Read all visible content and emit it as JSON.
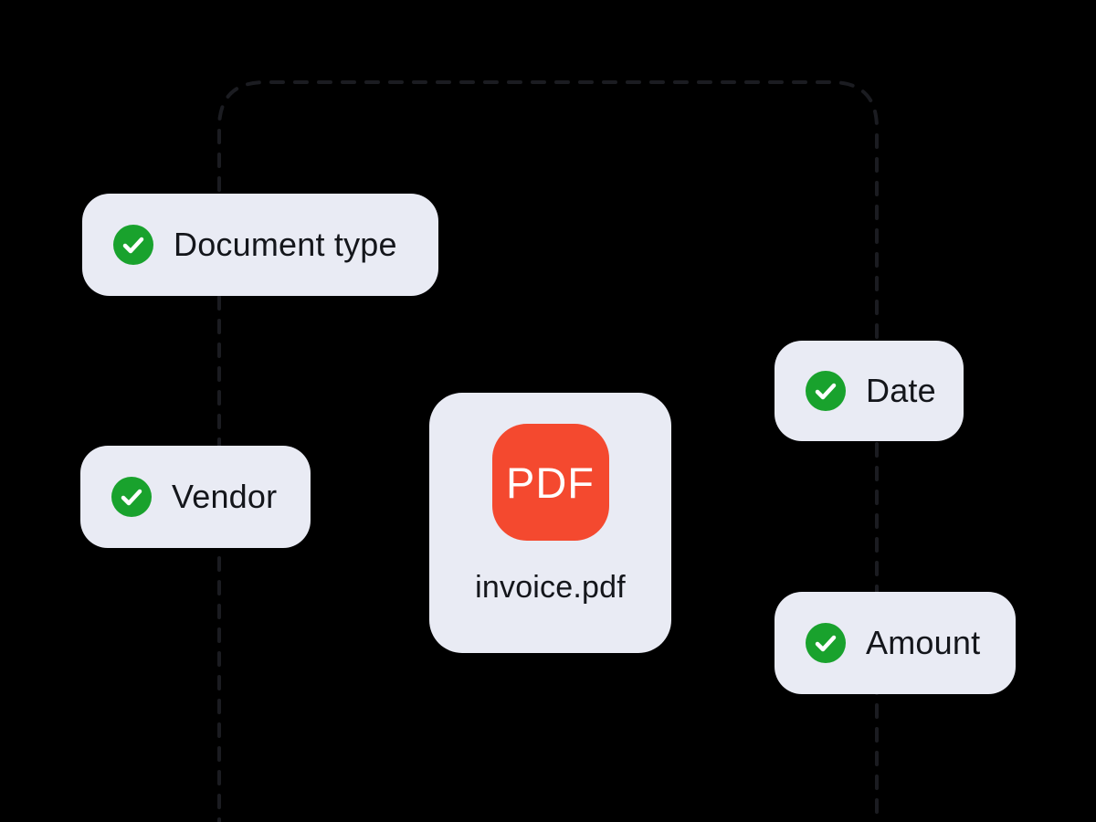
{
  "illustration": {
    "background_color": "#000000",
    "boundary": {
      "description": "dashed rounded processing region",
      "stroke_color": "#1b1c21"
    },
    "file_card": {
      "icon_label": "PDF",
      "file_name": "invoice.pdf",
      "icon_bg_color": "#f4492f",
      "icon_text_color": "#ffffff",
      "card_bg_color": "#e9ebf4"
    },
    "fields": [
      {
        "label": "Document type",
        "status": "checked"
      },
      {
        "label": "Vendor",
        "status": "checked"
      },
      {
        "label": "Date",
        "status": "checked"
      },
      {
        "label": "Amount",
        "status": "checked"
      }
    ],
    "colors": {
      "badge_bg": "#e9ebf4",
      "check_green": "#19a22d",
      "check_mark": "#ffffff",
      "text": "#14161b"
    }
  }
}
